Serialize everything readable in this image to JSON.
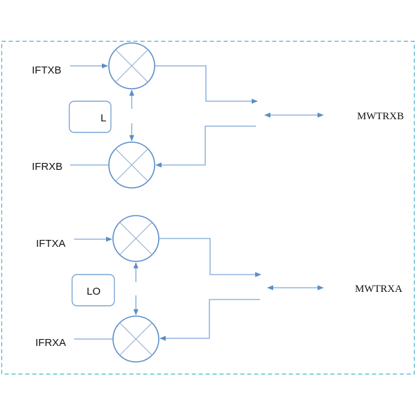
{
  "diagram": {
    "type": "rf-transceiver-block-diagram",
    "colors": {
      "frame": "#3fb4cf",
      "wire": "#7aa6d6",
      "mixer": "#5b8ec9",
      "text": "#111111"
    },
    "channels": [
      {
        "id": "B",
        "tx_input_label": "IFTXB",
        "rx_output_label": "IFRXB",
        "lo_label": "L",
        "rf_port_label": "MWTRXB"
      },
      {
        "id": "A",
        "tx_input_label": "IFTXA",
        "rx_output_label": "IFRXA",
        "lo_label": "LO",
        "rf_port_label": "MWTRXA"
      }
    ]
  }
}
